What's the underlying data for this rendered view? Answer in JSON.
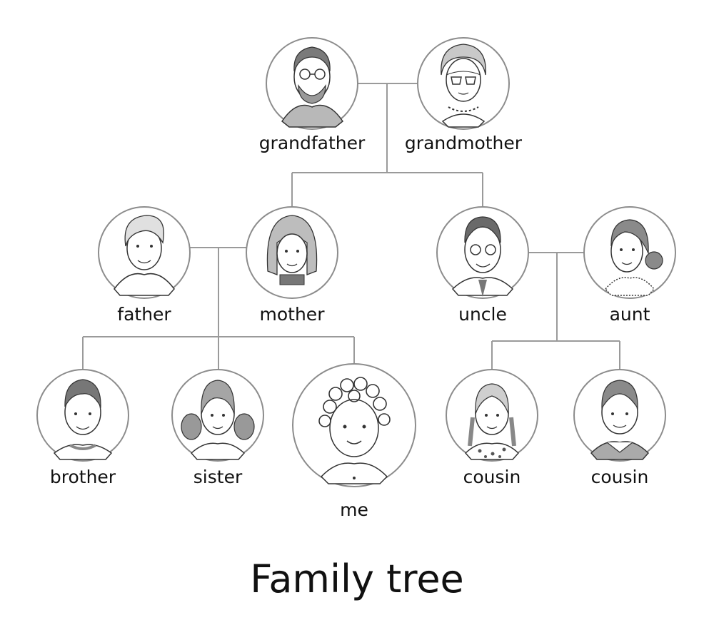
{
  "title": "Family tree",
  "members": {
    "grandfather": "grandfather",
    "grandmother": "grandmother",
    "father": "father",
    "mother": "mother",
    "uncle": "uncle",
    "aunt": "aunt",
    "brother": "brother",
    "sister": "sister",
    "me": "me",
    "cousin_1": "cousin",
    "cousin_2": "cousin"
  },
  "colors": {
    "line": "#9a9a9a",
    "circle_stroke": "#8c8c8c",
    "skin": "#ffffff",
    "hair_dark": "#666666",
    "hair_mid": "#9a9a9a",
    "hair_light": "#cfcfcf",
    "ink": "#333333"
  }
}
